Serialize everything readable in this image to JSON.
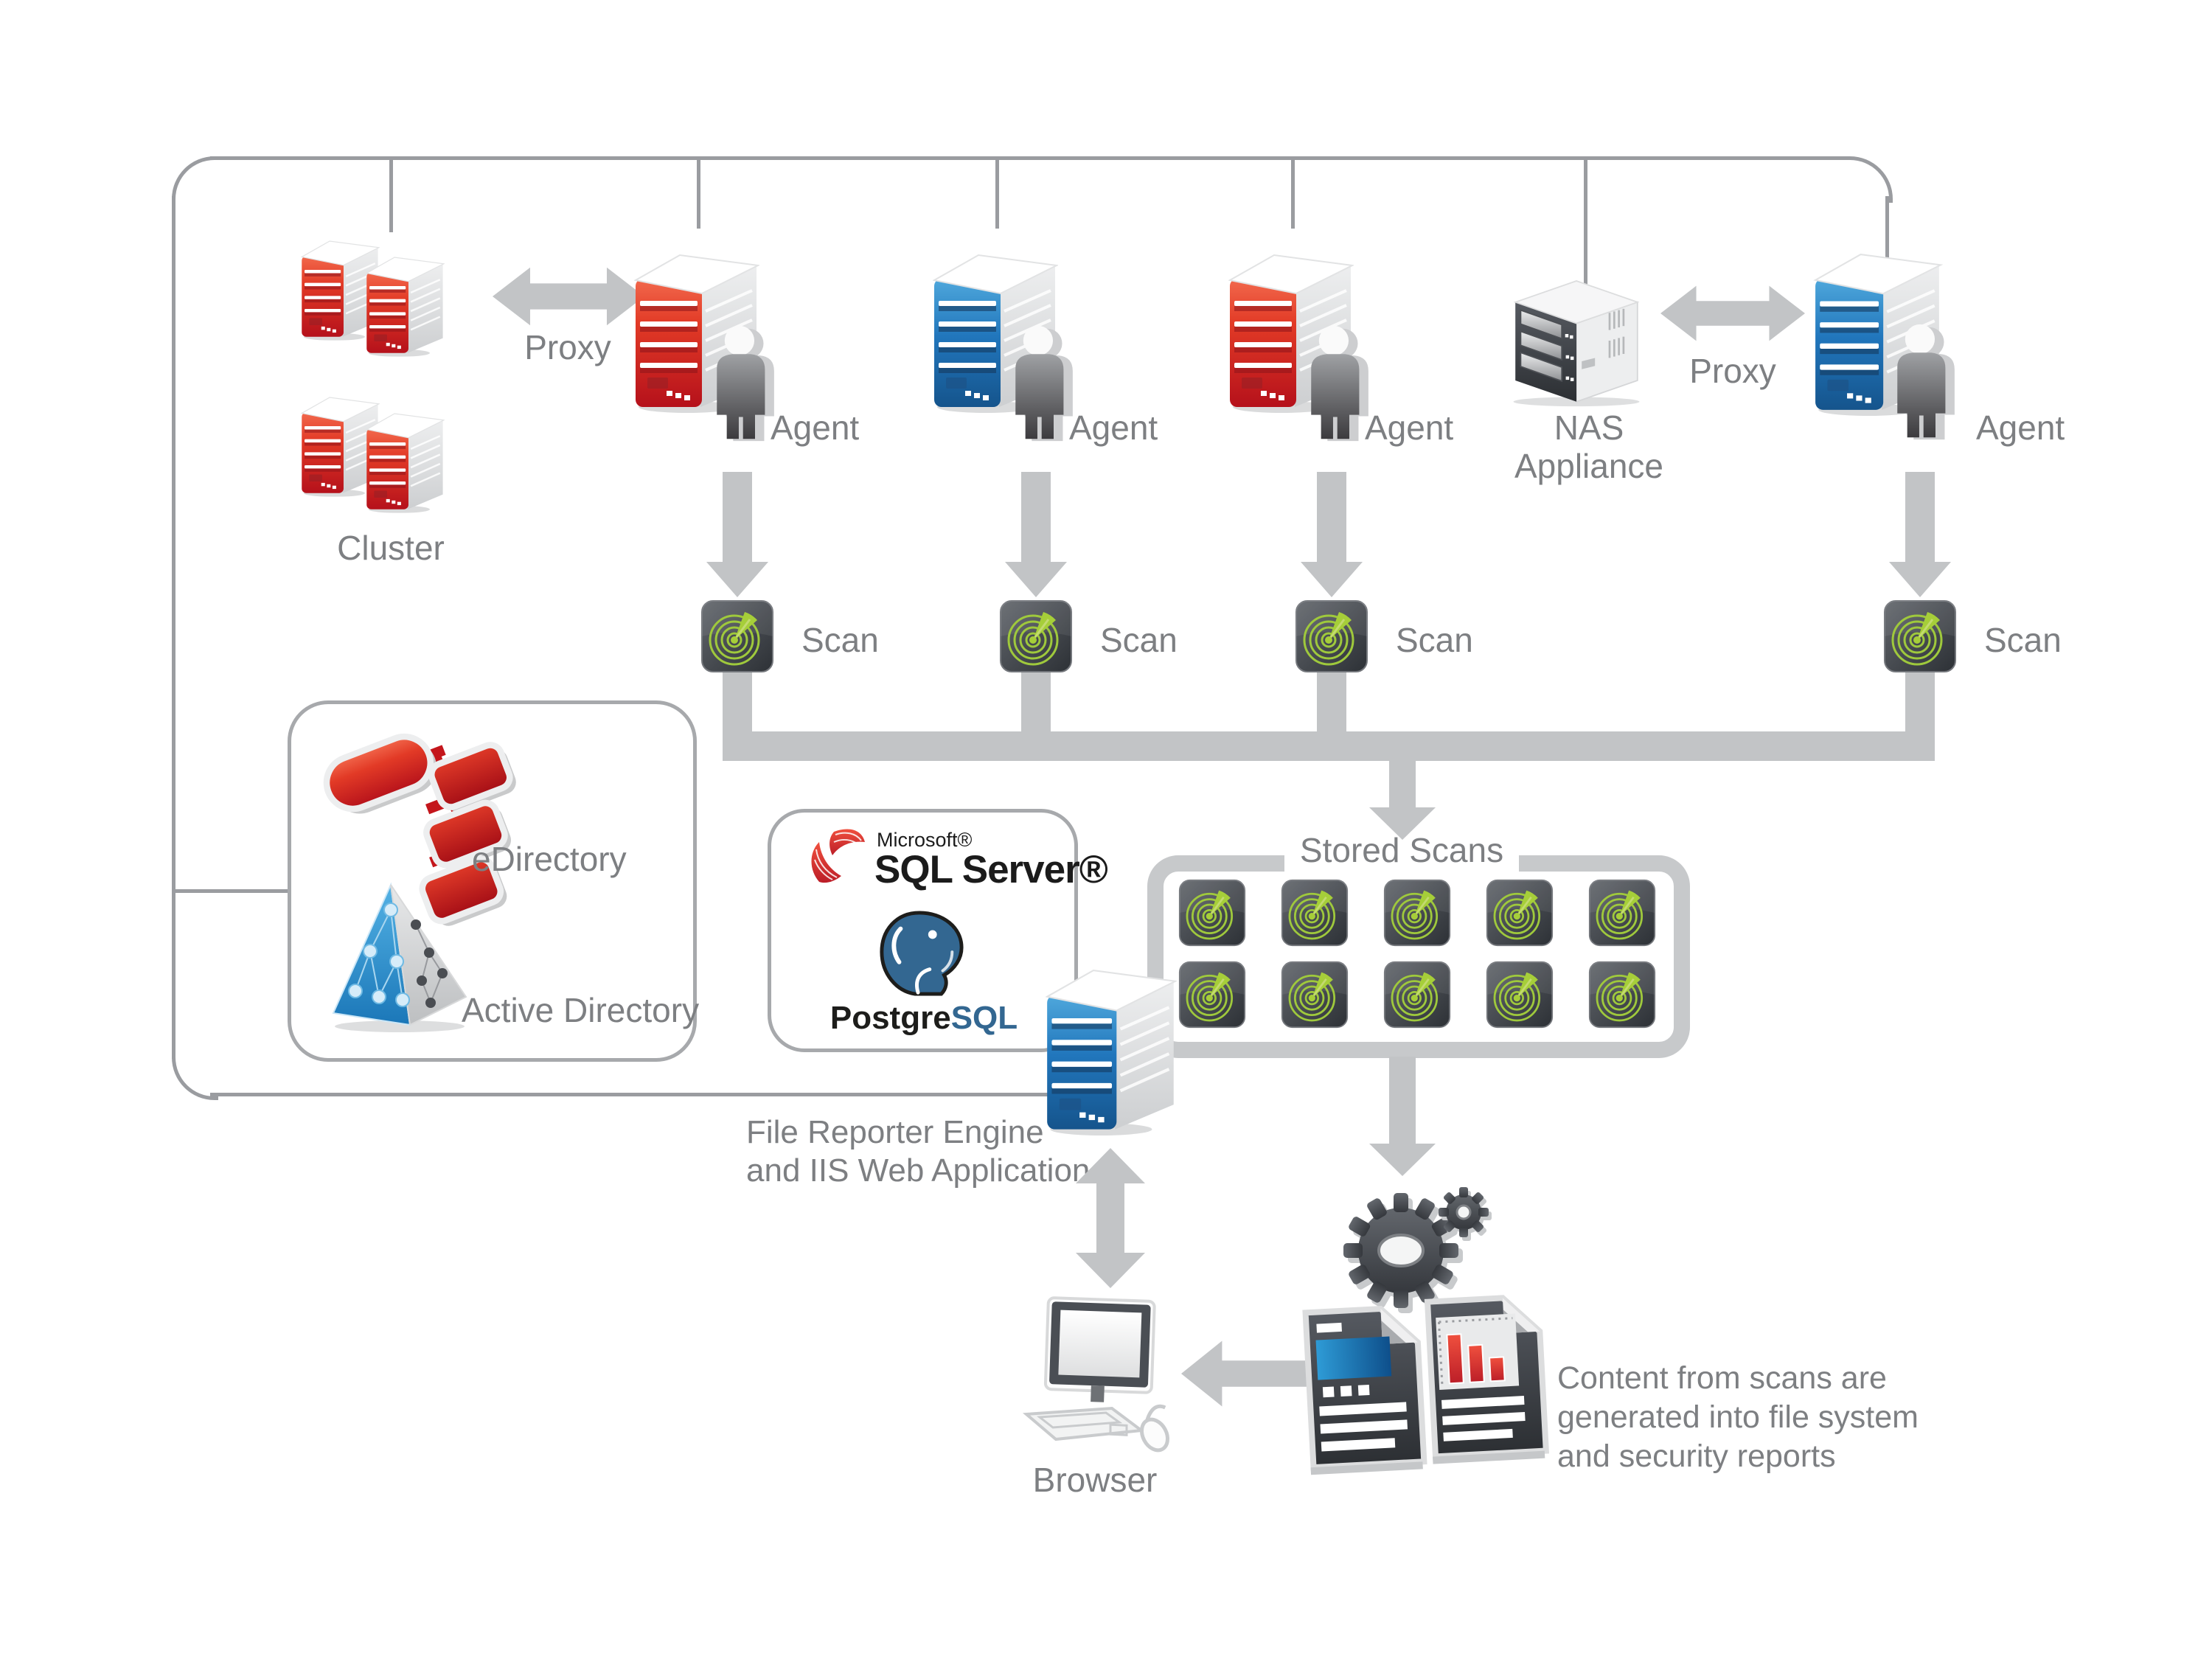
{
  "diagram_type": "architecture-diagram",
  "colors": {
    "line_gray": "#9A9CA0",
    "arrow_gray": "#C2C4C6",
    "label_gray": "#7D7F82",
    "radar_green": "#A6CE39",
    "server_red": "#D92B27",
    "server_blue": "#2176BC",
    "postgres_blue": "#336791"
  },
  "labels": {
    "cluster": "Cluster",
    "proxies": [
      "Proxy",
      "Proxy"
    ],
    "agents": [
      "Agent",
      "Agent",
      "Agent",
      "Agent"
    ],
    "scans": [
      "Scan",
      "Scan",
      "Scan",
      "Scan"
    ],
    "nas_line1": "NAS",
    "nas_line2": "Appliance",
    "edirectory": "eDirectory",
    "active_directory": "Active Directory",
    "microsoft": "Microsoft®",
    "sql_server": "SQL Server®",
    "postgre": "Postgre",
    "postgre_sql": "SQL",
    "stored_scans": "Stored Scans",
    "file_reporter_line1": "File Reporter Engine",
    "file_reporter_line2": "and IIS Web Application",
    "browser": "Browser",
    "note_line1": "Content from scans are",
    "note_line2": "generated into file system",
    "note_line3": "and security reports"
  },
  "stored_scan_count": 10
}
